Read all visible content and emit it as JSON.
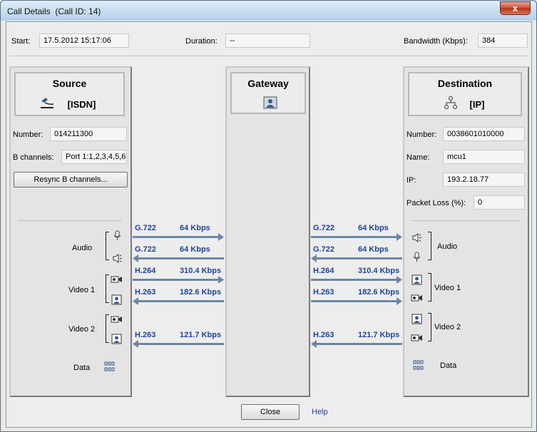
{
  "window": {
    "title": "Call Details",
    "call_id": "(Call ID: 14)",
    "close_glyph": "x"
  },
  "header": {
    "start_label": "Start:",
    "start_value": "17.5.2012 15:17:06",
    "duration_label": "Duration:",
    "duration_value": "--",
    "bandwidth_label": "Bandwidth (Kbps):",
    "bandwidth_value": "384"
  },
  "source": {
    "title": "Source",
    "type": "[ISDN]",
    "icon": "isdn-icon",
    "number_label": "Number:",
    "number_value": "014211300",
    "bchannels_label": "B channels:",
    "bchannels_value": "Port 1:1,2,3,4,5,6",
    "resync_label": "Resync B channels...",
    "media": [
      {
        "label": "Audio"
      },
      {
        "label": "Video 1"
      },
      {
        "label": "Video 2"
      },
      {
        "label": "Data"
      }
    ]
  },
  "gateway": {
    "title": "Gateway",
    "icon": "gateway-icon"
  },
  "destination": {
    "title": "Destination",
    "type": "[IP]",
    "icon": "ip-network-icon",
    "number_label": "Number:",
    "number_value": "0038601010000",
    "name_label": "Name:",
    "name_value": "mcu1",
    "ip_label": "IP:",
    "ip_value": "193.2.18.77",
    "packet_loss_label": "Packet Loss (%):",
    "packet_loss_value": "0",
    "media": [
      {
        "label": "Audio"
      },
      {
        "label": "Video 1"
      },
      {
        "label": "Video 2"
      },
      {
        "label": "Data"
      }
    ]
  },
  "streams_left": [
    {
      "codec": "G.722",
      "rate": "64 Kbps",
      "direction": "right"
    },
    {
      "codec": "G.722",
      "rate": "64 Kbps",
      "direction": "left"
    },
    {
      "codec": "H.264",
      "rate": "310.4 Kbps",
      "direction": "right"
    },
    {
      "codec": "H.263",
      "rate": "182.6 Kbps",
      "direction": "left"
    },
    {
      "codec": "H.263",
      "rate": "121.7 Kbps",
      "direction": "left"
    }
  ],
  "streams_right": [
    {
      "codec": "G.722",
      "rate": "64 Kbps",
      "direction": "right"
    },
    {
      "codec": "G.722",
      "rate": "64 Kbps",
      "direction": "left"
    },
    {
      "codec": "H.264",
      "rate": "310.4 Kbps",
      "direction": "right"
    },
    {
      "codec": "H.263",
      "rate": "182.6 Kbps",
      "direction": "right"
    },
    {
      "codec": "H.263",
      "rate": "121.7 Kbps",
      "direction": "left"
    }
  ],
  "footer": {
    "close_label": "Close",
    "help_label": "Help"
  },
  "colors": {
    "codec_text": "#21449a",
    "arrow": "#6d86a6"
  }
}
